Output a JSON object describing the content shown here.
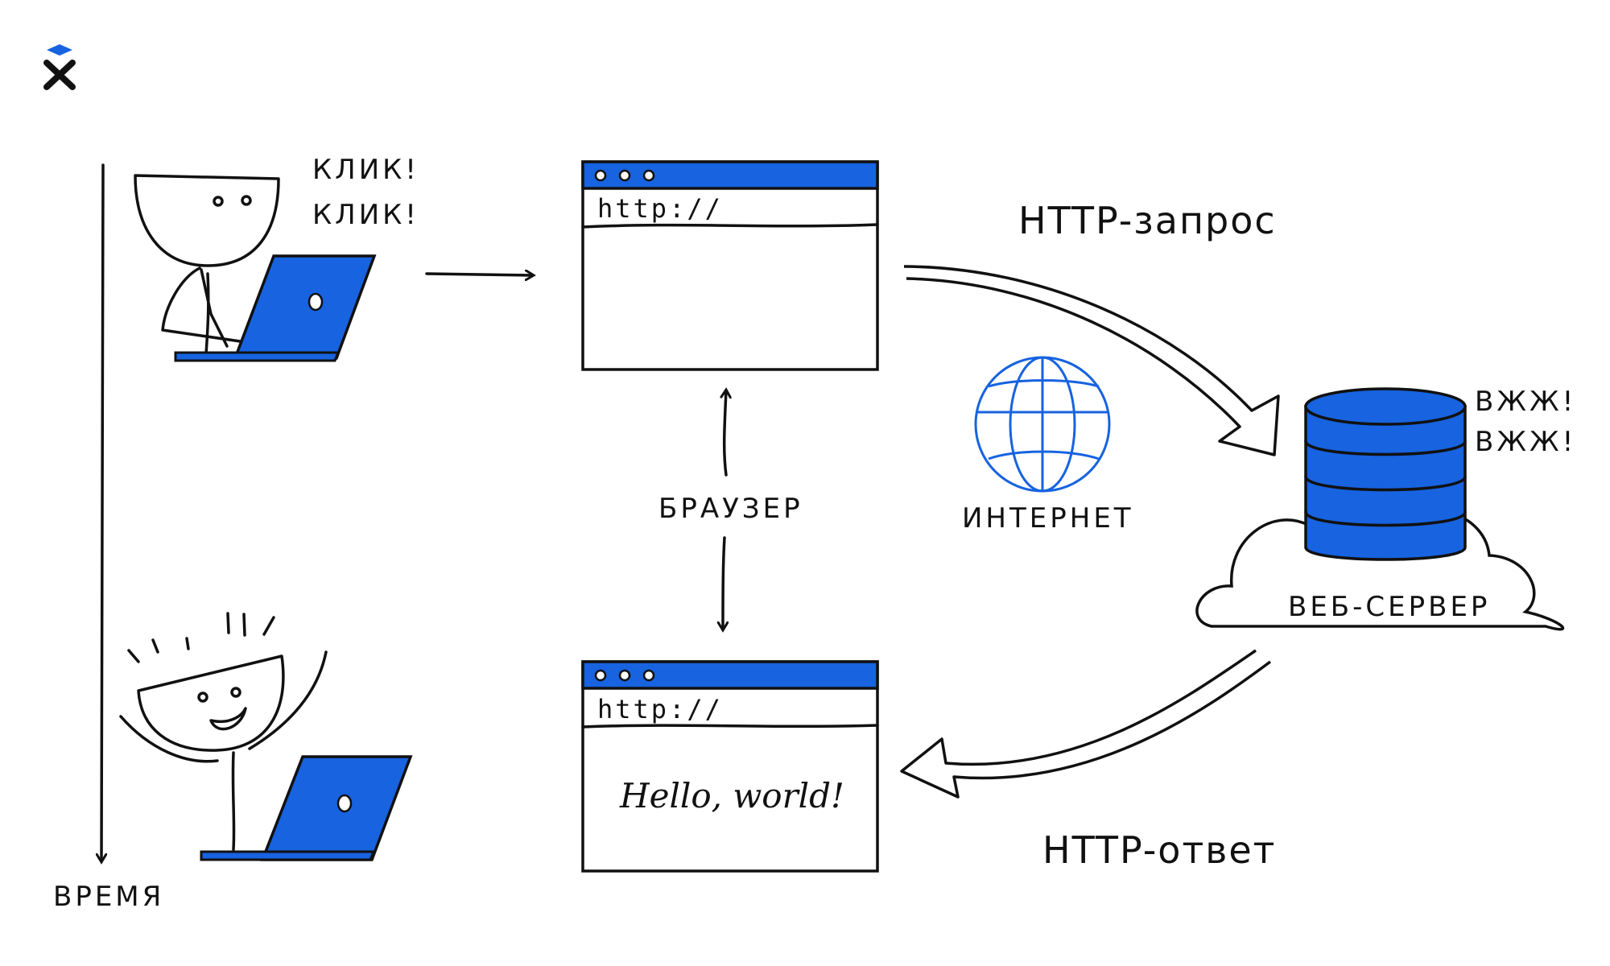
{
  "colors": {
    "accent": "#1763e0",
    "ink": "#111111",
    "background": "#ffffff"
  },
  "logo": {
    "icon": "x-logo-icon"
  },
  "timeline": {
    "label": "ВРЕМЯ"
  },
  "user_top": {
    "sound_1": "КЛИК!",
    "sound_2": "КЛИК!"
  },
  "browser_top": {
    "url": "http://"
  },
  "browser_bottom": {
    "url": "http://",
    "content": "Hello, world!"
  },
  "browser_label": "БРАУЗЕР",
  "request_label": "HTTP-запрос",
  "response_label": "HTTP-ответ",
  "internet_label": "ИНТЕРНЕТ",
  "server": {
    "label": "ВЕБ-СЕРВЕР",
    "sound_1": "ВЖЖ!",
    "sound_2": "ВЖЖ!"
  }
}
